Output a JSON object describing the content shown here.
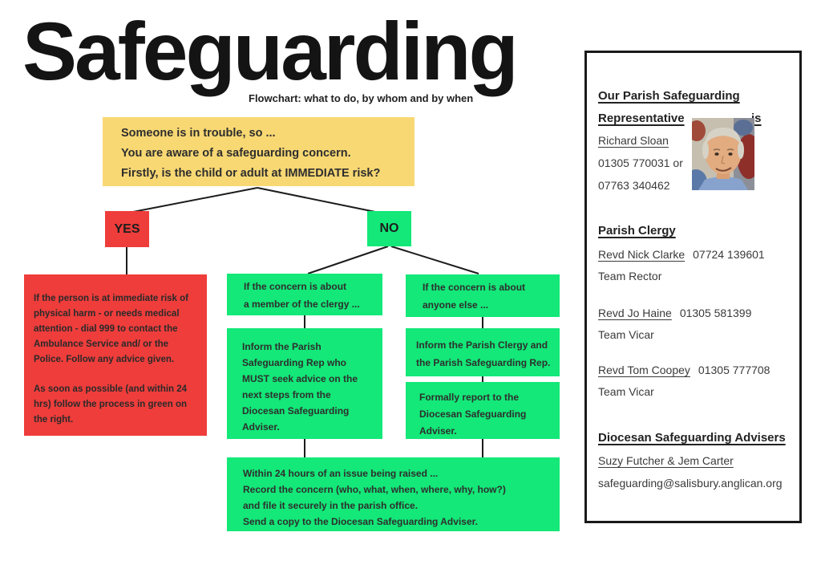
{
  "title": "Safeguarding",
  "subtitle": "Flowchart: what to do, by whom and by when",
  "colors": {
    "yellow": "#f8d873",
    "red": "#ee3d3b",
    "green": "#13e878",
    "line": "#1c1c1c",
    "text": "#2e2e2e"
  },
  "flowchart": {
    "start": {
      "line1": "Someone is in trouble, so ...",
      "line2": "You are aware of a safeguarding concern.",
      "line3": "Firstly, is the child or adult at IMMEDIATE risk?"
    },
    "yes_label": "YES",
    "no_label": "NO",
    "immediate": {
      "para1": "If the person is at immediate risk of physical harm - or needs medical attention - dial 999 to contact the Ambulance Service and/ or the Police. Follow any advice given.",
      "para2": "As soon as possible (and within 24 hrs) follow the process in green on the right."
    },
    "clergy_branch": {
      "condition_line1": "If the concern is about",
      "condition_line2": "a member of the clergy ...",
      "action": "Inform the Parish Safeguarding Rep who MUST seek advice on the next steps from the Diocesan Safeguarding Adviser."
    },
    "anyone_branch": {
      "condition_line1": "If the concern is about",
      "condition_line2": "anyone else ...",
      "action1": "Inform the Parish Clergy and the Parish Safeguarding Rep.",
      "action2": "Formally report to the Diocesan Safeguarding Adviser."
    },
    "record": {
      "line1": "Within 24 hours of an issue being raised ...",
      "line2": "Record the concern (who, what, when, where, why, how?)",
      "line3": "and file it securely in the parish office.",
      "line4": "Send a copy to the Diocesan Safeguarding Adviser."
    }
  },
  "panel": {
    "representative": {
      "heading_line1": "Our Parish Safeguarding",
      "heading_line2": "Representative",
      "heading_suffix": "is",
      "name": "Richard Sloan",
      "phone_line1": "01305 770031 or",
      "phone_line2": "07763 340462",
      "photo_icon": "portrait-photo"
    },
    "clergy": {
      "heading": "Parish Clergy",
      "members": [
        {
          "name": "Revd Nick Clarke",
          "phone": "07724 139601",
          "role": "Team Rector"
        },
        {
          "name": "Revd Jo Haine",
          "phone": "01305 581399",
          "role": "Team Vicar"
        },
        {
          "name": "Revd Tom Coopey",
          "phone": "01305 777708",
          "role": "Team Vicar"
        }
      ]
    },
    "advisers": {
      "heading": "Diocesan Safeguarding Advisers",
      "names": "Suzy Futcher & Jem Carter",
      "email": "safeguarding@salisbury.anglican.org"
    }
  }
}
